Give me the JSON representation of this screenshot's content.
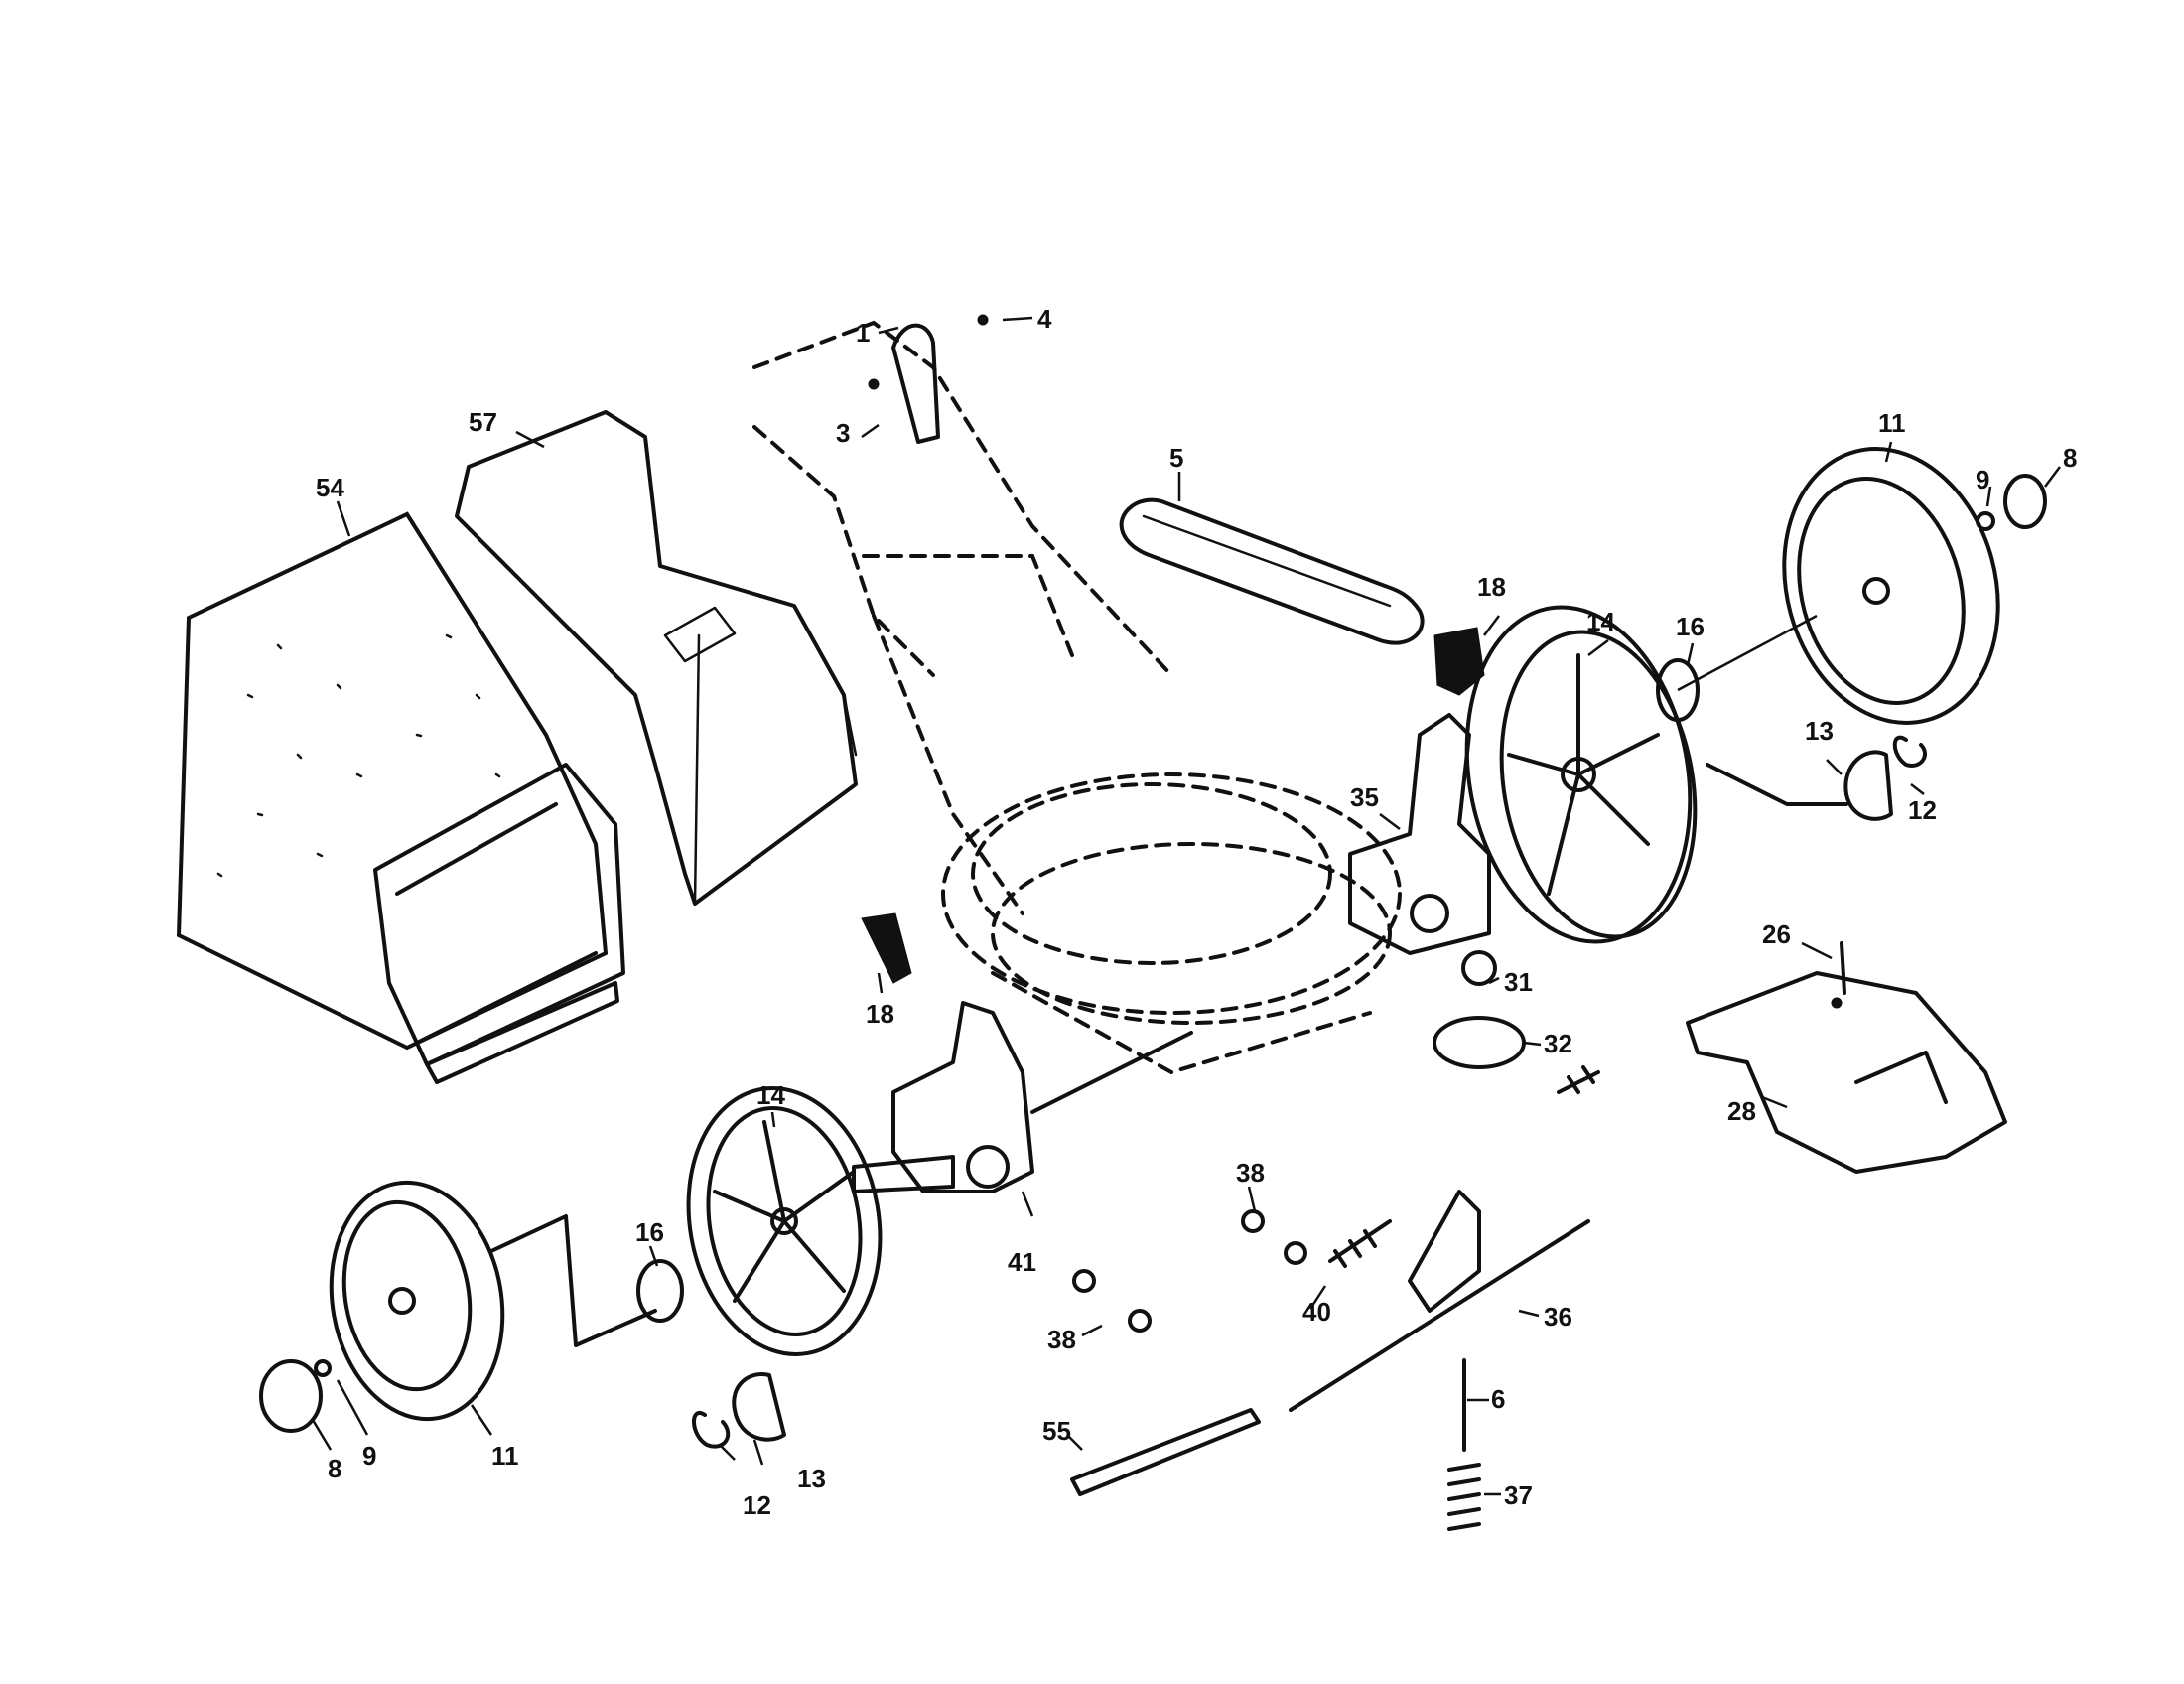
{
  "diagram": {
    "colors": {
      "ink": "#111111",
      "paper": "#ffffff"
    },
    "part_labels": {
      "p1": "1",
      "p3": "3",
      "p4": "4",
      "p5": "5",
      "p6": "6",
      "p8_left": "8",
      "p8_right": "8",
      "p9_left": "9",
      "p9_right": "9",
      "p11_left": "11",
      "p11_right": "11",
      "p12_left": "12",
      "p12_right": "12",
      "p13_left": "13",
      "p13_right": "13",
      "p14_left": "14",
      "p14_right": "14",
      "p16_left": "16",
      "p16_right": "16",
      "p18_left": "18",
      "p18_right": "18",
      "p26": "26",
      "p28": "28",
      "p31": "31",
      "p32": "32",
      "p35": "35",
      "p36": "36",
      "p37": "37",
      "p38_a": "38",
      "p38_b": "38",
      "p40": "40",
      "p41": "41",
      "p54": "54",
      "p55": "55",
      "p57": "57"
    }
  }
}
